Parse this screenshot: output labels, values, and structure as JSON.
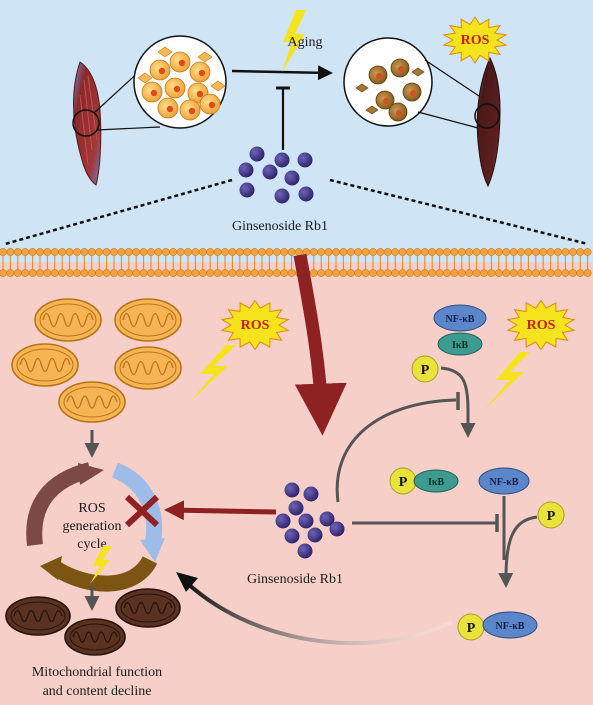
{
  "top": {
    "aging_label": "Aging",
    "ros_label": "ROS",
    "drug_label": "Ginsenoside Rb1"
  },
  "bottom": {
    "ros_label_left": "ROS",
    "ros_label_right": "ROS",
    "cycle_line1": "ROS",
    "cycle_line2": "generation",
    "cycle_line3": "cycle",
    "drug_label": "Ginsenoside Rb1",
    "outcome_line1": "Mitochondrial function",
    "outcome_line2": "and content decline"
  },
  "pathway": {
    "nfkb_label": "NF-κB",
    "ikb_label": "IκB",
    "p_label": "P"
  },
  "colors": {
    "top_bg": "#cfe4f5",
    "bottom_bg": "#f6cfc8",
    "membrane": "#f2a23c",
    "drug": "#3a2f7f",
    "dark_red_arrow": "#8e2222",
    "ros_burst": "#f4e31d",
    "ros_text": "#c81e1e",
    "nfkb": "#5b86c9",
    "ikb": "#3e9b8f",
    "phospho": "#e8e23a"
  }
}
